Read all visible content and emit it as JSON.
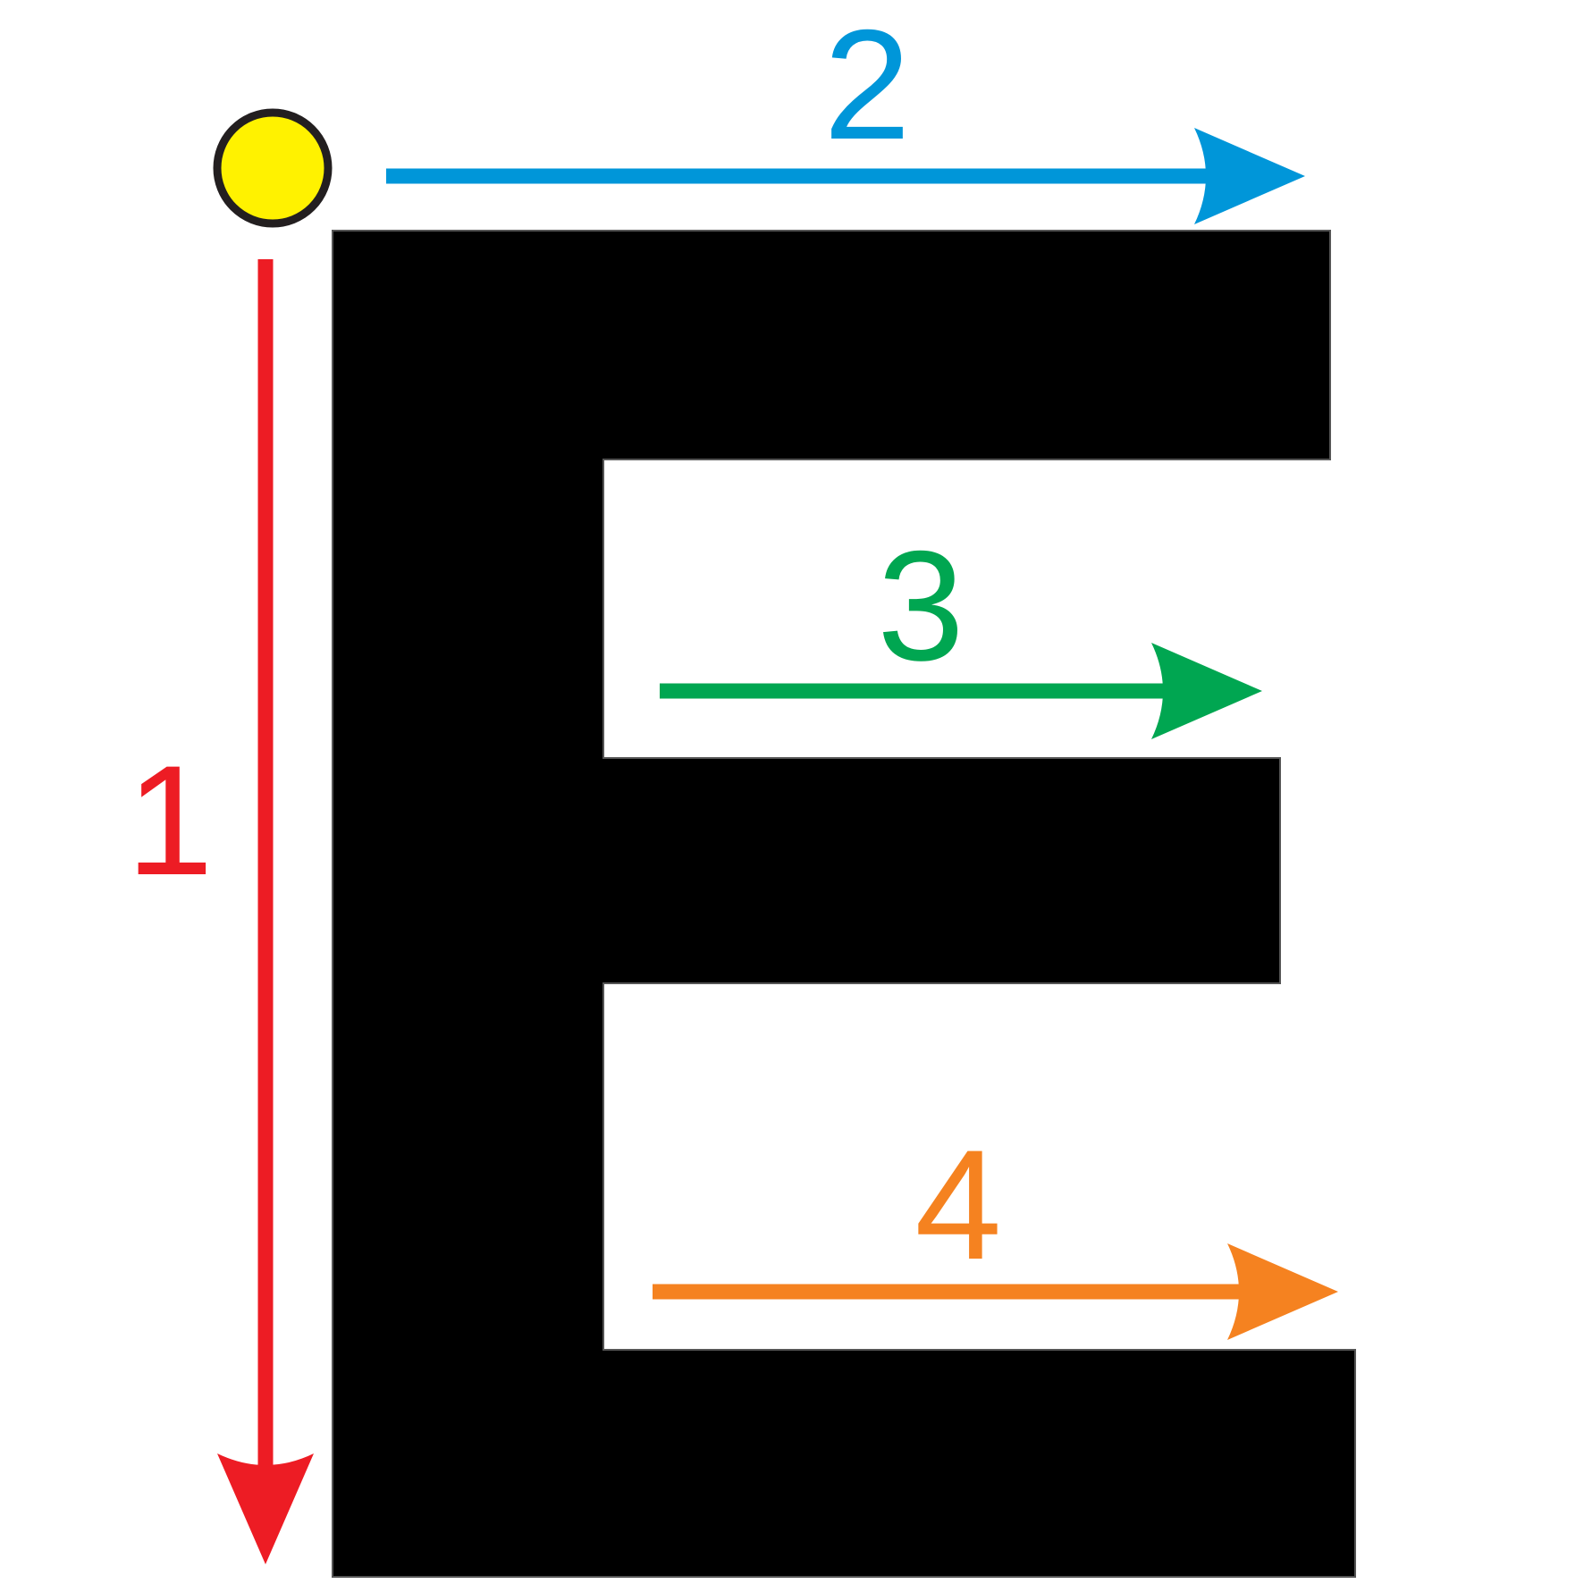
{
  "letter": "E",
  "start_marker": {
    "fill": "#fff200",
    "outline": "#231f20"
  },
  "letter_color": "#000000",
  "strokes": [
    {
      "step": "1",
      "direction": "down",
      "color": "#ed1c24"
    },
    {
      "step": "2",
      "direction": "right",
      "color": "#0096d9"
    },
    {
      "step": "3",
      "direction": "right",
      "color": "#00a651"
    },
    {
      "step": "4",
      "direction": "right",
      "color": "#f58220"
    }
  ]
}
